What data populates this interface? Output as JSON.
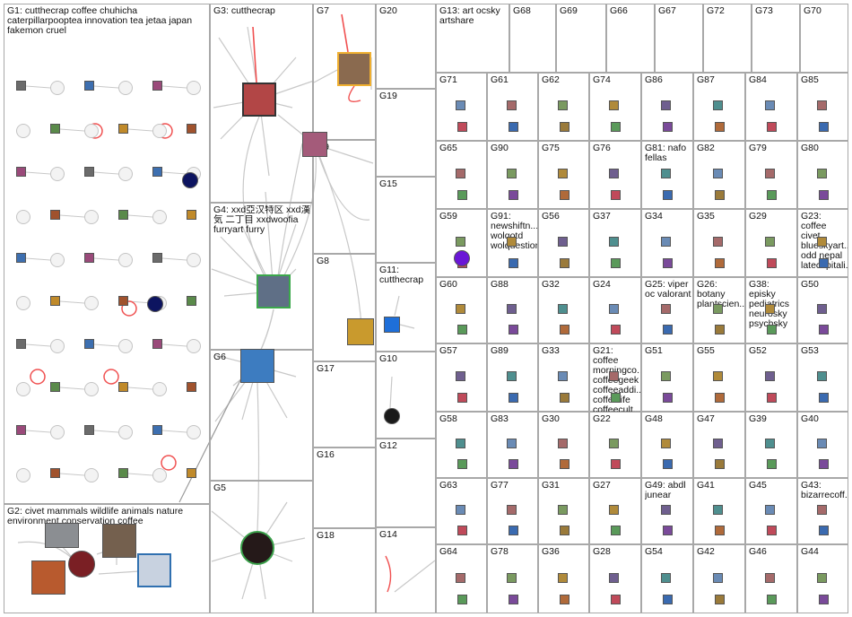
{
  "groups": [
    {
      "id": "G1",
      "label": "G1: cutthecrap coffee chuhicha caterpillarpooptea innovation tea jetaa japan fakemon cruel"
    },
    {
      "id": "G2",
      "label": "G2: civet mammals wildlife animals nature environment conservation coffee"
    },
    {
      "id": "G3",
      "label": "G3: cutthecrap"
    },
    {
      "id": "G4",
      "label": "G4: xxd亞汉特区 xxd漢気 二丁目 xxdwoofia furryart furry"
    },
    {
      "id": "G5",
      "label": "G5"
    },
    {
      "id": "G6",
      "label": "G6"
    },
    {
      "id": "G7",
      "label": "G7"
    },
    {
      "id": "G8",
      "label": "G8"
    },
    {
      "id": "G9",
      "label": "G9"
    },
    {
      "id": "G10",
      "label": "G10"
    },
    {
      "id": "G11",
      "label": "G11: cutthecrap"
    },
    {
      "id": "G12",
      "label": "G12"
    },
    {
      "id": "G13",
      "label": "G13: art ocsky artshare"
    },
    {
      "id": "G14",
      "label": "G14"
    },
    {
      "id": "G15",
      "label": "G15"
    },
    {
      "id": "G16",
      "label": "G16"
    },
    {
      "id": "G17",
      "label": "G17"
    },
    {
      "id": "G18",
      "label": "G18"
    },
    {
      "id": "G19",
      "label": "G19"
    },
    {
      "id": "G20",
      "label": "G20"
    },
    {
      "id": "G68",
      "label": "G68"
    },
    {
      "id": "G69",
      "label": "G69"
    },
    {
      "id": "G66",
      "label": "G66"
    },
    {
      "id": "G67",
      "label": "G67"
    },
    {
      "id": "G72",
      "label": "G72"
    },
    {
      "id": "G73",
      "label": "G73"
    },
    {
      "id": "G70",
      "label": "G70"
    },
    {
      "id": "G71",
      "label": "G71"
    },
    {
      "id": "G61",
      "label": "G61"
    },
    {
      "id": "G62",
      "label": "G62"
    },
    {
      "id": "G74",
      "label": "G74"
    },
    {
      "id": "G86",
      "label": "G86"
    },
    {
      "id": "G87",
      "label": "G87"
    },
    {
      "id": "G84",
      "label": "G84"
    },
    {
      "id": "G85",
      "label": "G85"
    },
    {
      "id": "G65",
      "label": "G65"
    },
    {
      "id": "G90",
      "label": "G90"
    },
    {
      "id": "G75",
      "label": "G75"
    },
    {
      "id": "G76",
      "label": "G76"
    },
    {
      "id": "G81",
      "label": "G81: nafo fellas"
    },
    {
      "id": "G82",
      "label": "G82"
    },
    {
      "id": "G79",
      "label": "G79"
    },
    {
      "id": "G80",
      "label": "G80"
    },
    {
      "id": "G59",
      "label": "G59"
    },
    {
      "id": "G91",
      "label": "G91: newshiftn... wolqotd wolquestion"
    },
    {
      "id": "G56",
      "label": "G56"
    },
    {
      "id": "G37",
      "label": "G37"
    },
    {
      "id": "G34",
      "label": "G34"
    },
    {
      "id": "G35",
      "label": "G35"
    },
    {
      "id": "G29",
      "label": "G29"
    },
    {
      "id": "G23",
      "label": "G23: coffee civet blueskyart... odd nepal latecapitali..."
    },
    {
      "id": "G60",
      "label": "G60"
    },
    {
      "id": "G88",
      "label": "G88"
    },
    {
      "id": "G32",
      "label": "G32"
    },
    {
      "id": "G24",
      "label": "G24"
    },
    {
      "id": "G25",
      "label": "G25: viper oc valorant"
    },
    {
      "id": "G26",
      "label": "G26: botany plantscien..."
    },
    {
      "id": "G38",
      "label": "G38: episky pediatrics neurosky psychsky"
    },
    {
      "id": "G50",
      "label": "G50"
    },
    {
      "id": "G57",
      "label": "G57"
    },
    {
      "id": "G89",
      "label": "G89"
    },
    {
      "id": "G33",
      "label": "G33"
    },
    {
      "id": "G21",
      "label": "G21: coffee morningco... coffeegeek coffeeaddi... coffeelife coffeecult..."
    },
    {
      "id": "G51",
      "label": "G51"
    },
    {
      "id": "G55",
      "label": "G55"
    },
    {
      "id": "G52",
      "label": "G52"
    },
    {
      "id": "G53",
      "label": "G53"
    },
    {
      "id": "G58",
      "label": "G58"
    },
    {
      "id": "G83",
      "label": "G83"
    },
    {
      "id": "G30",
      "label": "G30"
    },
    {
      "id": "G22",
      "label": "G22"
    },
    {
      "id": "G48",
      "label": "G48"
    },
    {
      "id": "G47",
      "label": "G47"
    },
    {
      "id": "G39",
      "label": "G39"
    },
    {
      "id": "G40",
      "label": "G40"
    },
    {
      "id": "G63",
      "label": "G63"
    },
    {
      "id": "G77",
      "label": "G77"
    },
    {
      "id": "G31",
      "label": "G31"
    },
    {
      "id": "G27",
      "label": "G27"
    },
    {
      "id": "G49",
      "label": "G49: abdl junear"
    },
    {
      "id": "G41",
      "label": "G41"
    },
    {
      "id": "G45",
      "label": "G45"
    },
    {
      "id": "G43",
      "label": "G43: bizarrecoff..."
    },
    {
      "id": "G64",
      "label": "G64"
    },
    {
      "id": "G78",
      "label": "G78"
    },
    {
      "id": "G36",
      "label": "G36"
    },
    {
      "id": "G28",
      "label": "G28"
    },
    {
      "id": "G54",
      "label": "G54"
    },
    {
      "id": "G42",
      "label": "G42"
    },
    {
      "id": "G46",
      "label": "G46"
    },
    {
      "id": "G44",
      "label": "G44"
    }
  ],
  "colors": {
    "border": "#a8a8a8",
    "edge": "#c8c8c8",
    "edge_dark": "#9a9a9a",
    "highlight_edge": "#f05050",
    "label": "#111111"
  }
}
